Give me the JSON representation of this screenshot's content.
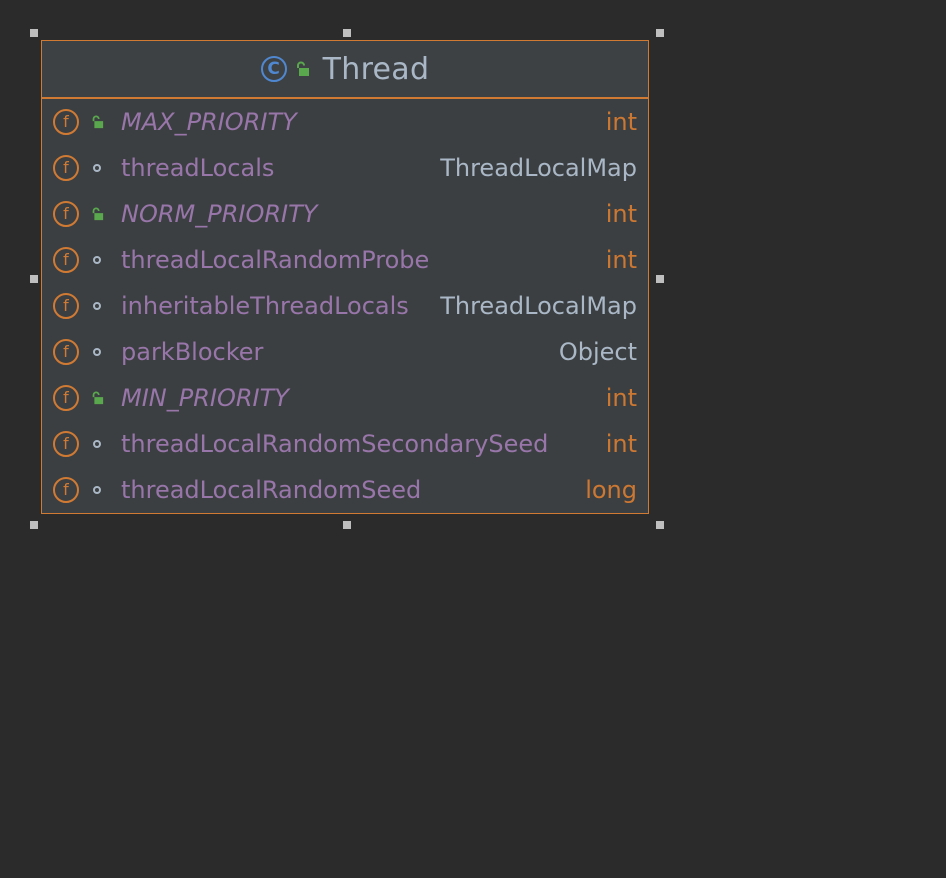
{
  "class": {
    "name": "Thread",
    "icon": "class-icon",
    "icon_letter": "C",
    "visibility": "public"
  },
  "fields": [
    {
      "name": "MAX_PRIORITY",
      "type": "int",
      "static": true,
      "visibility": "public"
    },
    {
      "name": "threadLocals",
      "type": "ThreadLocalMap",
      "static": false,
      "visibility": "package"
    },
    {
      "name": "NORM_PRIORITY",
      "type": "int",
      "static": true,
      "visibility": "public"
    },
    {
      "name": "threadLocalRandomProbe",
      "type": "int",
      "static": false,
      "visibility": "package"
    },
    {
      "name": "inheritableThreadLocals",
      "type": "ThreadLocalMap",
      "static": false,
      "visibility": "package"
    },
    {
      "name": "parkBlocker",
      "type": "Object",
      "static": false,
      "visibility": "package"
    },
    {
      "name": "MIN_PRIORITY",
      "type": "int",
      "static": true,
      "visibility": "public"
    },
    {
      "name": "threadLocalRandomSecondarySeed",
      "type": "int",
      "static": false,
      "visibility": "package"
    },
    {
      "name": "threadLocalRandomSeed",
      "type": "long",
      "static": false,
      "visibility": "package"
    }
  ],
  "field_icon_letter": "f",
  "colors": {
    "background": "#2b2b2b",
    "node_fill": "#3c3f41",
    "node_border": "#d07a34",
    "class_name": "#a9b7c6",
    "field_name": "#9876aa",
    "primitive_type": "#cc7832",
    "object_type": "#a9b7c6",
    "public_lock": "#5aa84e",
    "class_icon": "#4f87d1",
    "field_icon": "#d07a34",
    "selection_handle": "#bfbfbf"
  }
}
